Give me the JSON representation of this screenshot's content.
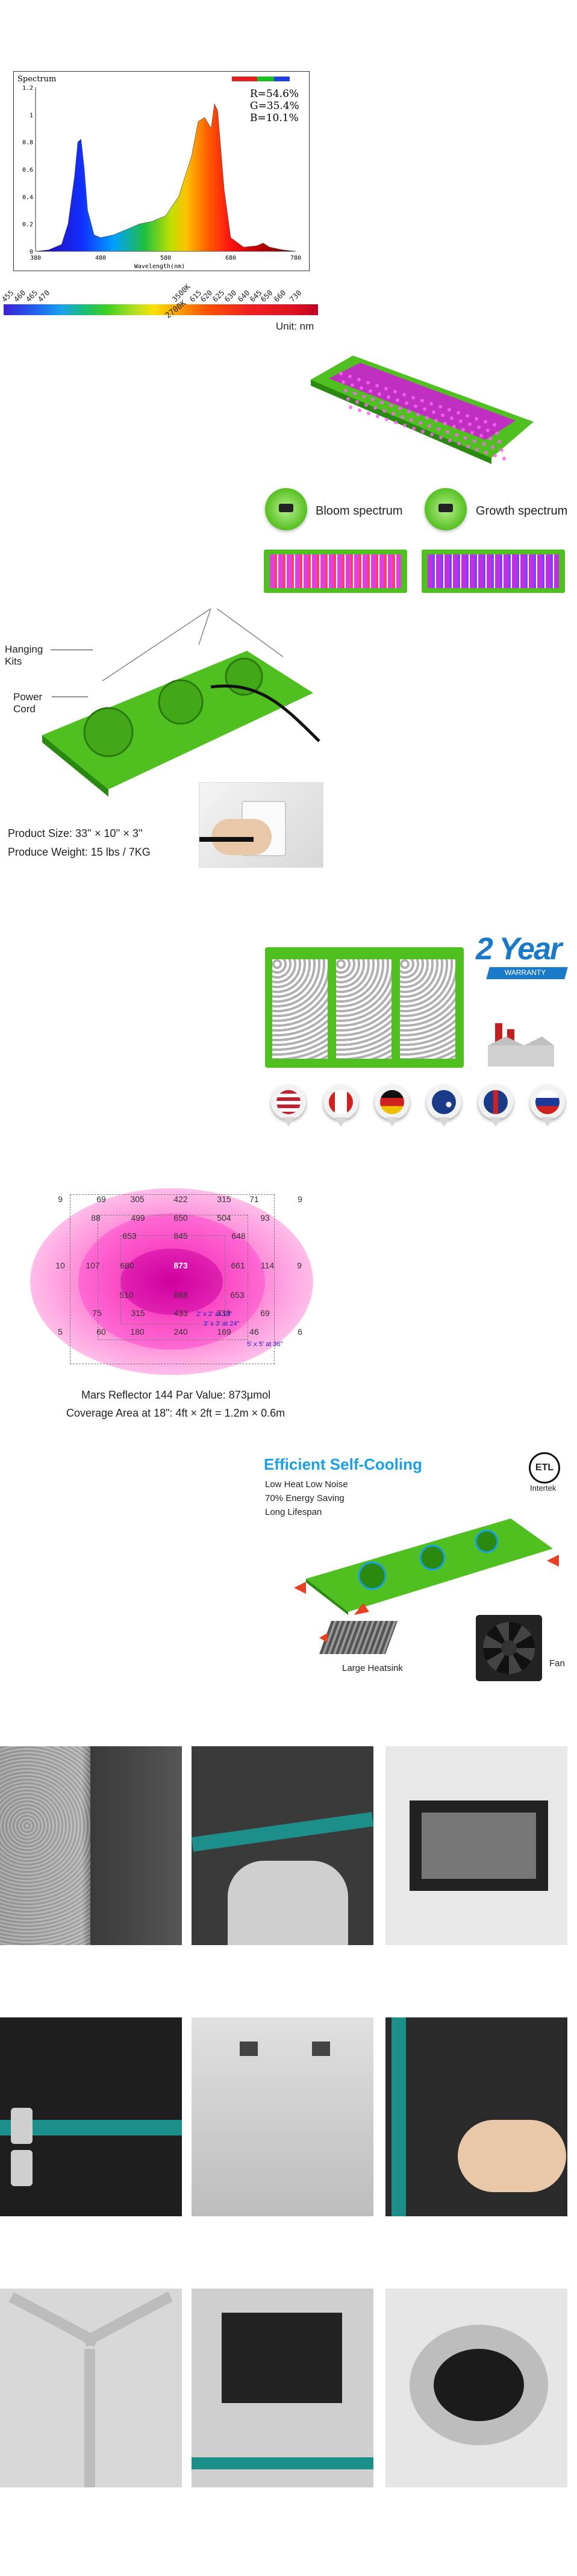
{
  "spectrum": {
    "title": "Spectrum",
    "xlabel": "Wavelength(nm)",
    "y_ticks": [
      "1.2",
      "1",
      "0.8",
      "0.6",
      "0.4",
      "0.2",
      "0"
    ],
    "x_ticks": [
      "380",
      "480",
      "580",
      "680",
      "780"
    ],
    "r": "R=54.6%",
    "g": "G=35.4%",
    "b": "B=10.1%",
    "band_labels": [
      "455",
      "460",
      "465",
      "470",
      "3500K",
      "615",
      "620",
      "625",
      "630",
      "640",
      "645",
      "650",
      "660",
      "730"
    ],
    "k2700": "2700K",
    "unit": "Unit: nm",
    "chart_data": {
      "type": "line",
      "title": "Spectrum",
      "xlabel": "Wavelength(nm)",
      "ylabel": "",
      "xlim": [
        380,
        780
      ],
      "ylim": [
        0,
        1.2
      ],
      "x": [
        380,
        400,
        420,
        430,
        440,
        445,
        450,
        455,
        460,
        470,
        480,
        500,
        520,
        540,
        560,
        580,
        600,
        610,
        620,
        630,
        640,
        650,
        655,
        660,
        670,
        680,
        700,
        720,
        730,
        740,
        760,
        780
      ],
      "values": [
        0,
        0.01,
        0.05,
        0.2,
        0.55,
        0.8,
        0.82,
        0.6,
        0.3,
        0.12,
        0.1,
        0.12,
        0.16,
        0.2,
        0.22,
        0.26,
        0.4,
        0.55,
        0.7,
        0.95,
        0.98,
        0.9,
        1.08,
        1.03,
        0.45,
        0.1,
        0.03,
        0.04,
        0.06,
        0.03,
        0.01,
        0
      ]
    }
  },
  "spectrum_modes": {
    "bloom": "Bloom spectrum",
    "growth": "Growth spectrum"
  },
  "product": {
    "hanging": "Hanging\nKits",
    "power": "Power\nCord",
    "size": "Product Size: 33'' × 10'' × 3''",
    "weight": "Produce Weight: 15 lbs / 7KG",
    "warranty_big": "2 Year",
    "warranty_small": "WARRANTY"
  },
  "ppfd": {
    "rows": [
      [
        "9",
        "69",
        "305",
        "422",
        "315",
        "71",
        "9"
      ],
      [
        "88",
        "499",
        "650",
        "504",
        "93"
      ],
      [
        "653",
        "845",
        "648"
      ],
      [
        "10",
        "107",
        "680",
        "873",
        "661",
        "114",
        "9"
      ],
      [
        "510",
        "688",
        "653"
      ],
      [
        "75",
        "315",
        "433",
        "333",
        "69"
      ],
      [
        "5",
        "60",
        "180",
        "240",
        "169",
        "46",
        "6"
      ]
    ],
    "grid_a": "2' x 2' at 18\"",
    "grid_b": "3' x 3' at 24\"",
    "grid_c": "5' x 5' at 36\"",
    "par": "Mars Reflector 144 Par Value: 873μmol",
    "coverage": "Coverage Area at 18\": 4ft × 2ft = 1.2m × 0.6m"
  },
  "cooling": {
    "title": "Efficient Self-Cooling",
    "f1": "Low Heat Low Noise",
    "f2": "70% Energy Saving",
    "f3": "Long Lifespan",
    "etl": "ETL",
    "intertek": "Intertek",
    "heatsink": "Large Heatsink",
    "fan": "Fan"
  },
  "colors": {
    "led_green": "#4fc020",
    "title_blue": "#1aa0e8",
    "teal_trim": "#1d8f8a"
  }
}
